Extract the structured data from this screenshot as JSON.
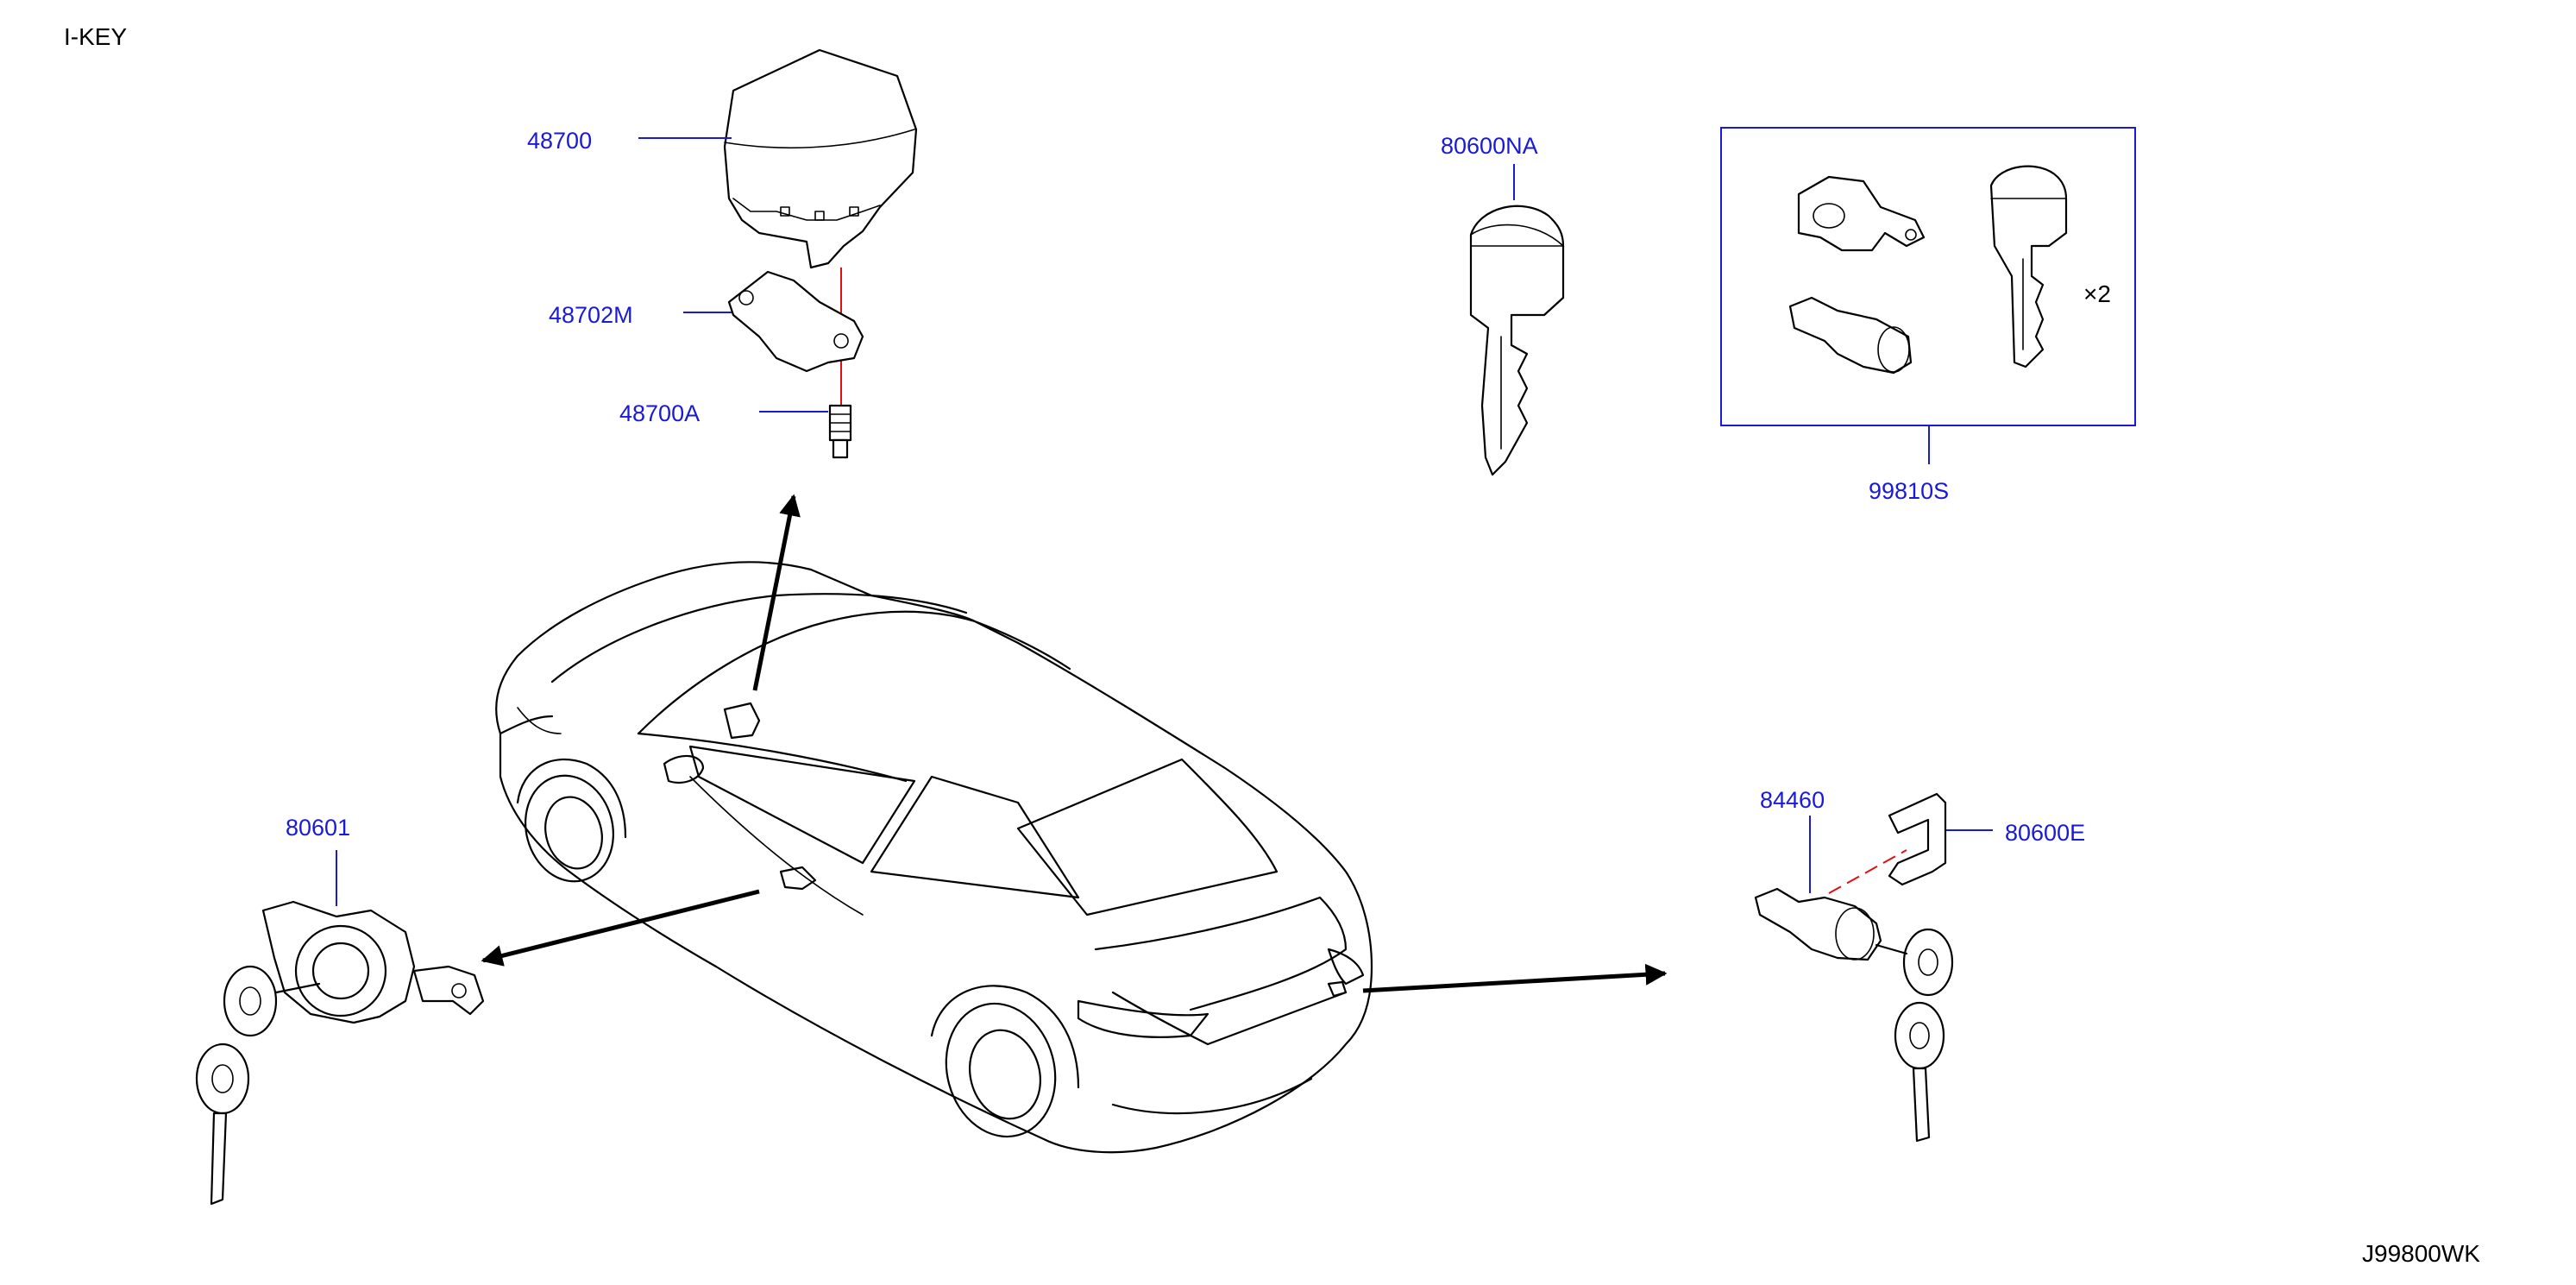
{
  "diagram": {
    "title": "I-KEY",
    "code": "J99800WK",
    "colors": {
      "label": "#1a1ad6",
      "line": "#000000",
      "guide": "#e01010"
    },
    "parts": [
      {
        "id": "p48700",
        "number": "48700"
      },
      {
        "id": "p48702m",
        "number": "48702M"
      },
      {
        "id": "p48700a",
        "number": "48700A"
      },
      {
        "id": "p80600na",
        "number": "80600NA"
      },
      {
        "id": "p99810s",
        "number": "99810S"
      },
      {
        "id": "p80601",
        "number": "80601"
      },
      {
        "id": "p84460",
        "number": "84460"
      },
      {
        "id": "p80600e",
        "number": "80600E"
      }
    ],
    "kit_quantity": "×2"
  }
}
